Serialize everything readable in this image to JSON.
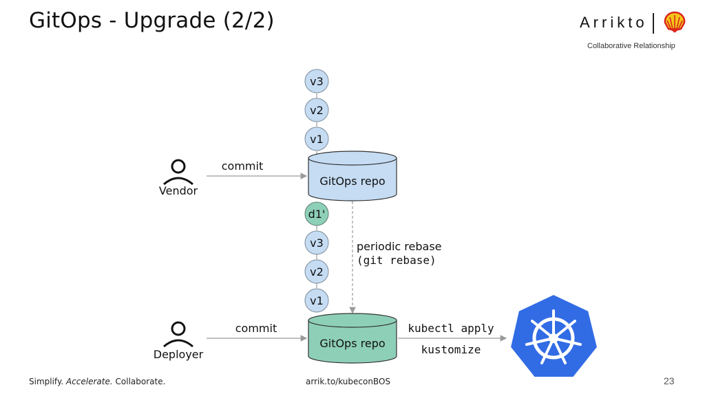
{
  "header": {
    "title": "GitOps - Upgrade (2/2)",
    "brand_name": "Arrikto",
    "partner_logo": "shell-logo",
    "tagline": "Collaborative Relationship"
  },
  "diagram": {
    "top_versions": [
      "v3",
      "v2",
      "v1"
    ],
    "bottom_versions": [
      "d1'",
      "v3",
      "v2",
      "v1"
    ],
    "vendor_label": "Vendor",
    "deployer_label": "Deployer",
    "commit_label_top": "commit",
    "commit_label_bottom": "commit",
    "repo_top_label": "GitOps repo",
    "repo_bottom_label": "GitOps repo",
    "rebase_label": "periodic rebase",
    "rebase_cmd": "(git rebase)",
    "apply_label": "kubectl apply",
    "kustomize_label": "kustomize",
    "kubernetes_icon": "kubernetes-helm-icon",
    "colors": {
      "version_node": "#c5dcf3",
      "deployer_node": "#8ecfb8",
      "repo_top": "#c5dcf3",
      "repo_bottom": "#8ecfb8",
      "kubernetes": "#326ce5"
    }
  },
  "footer": {
    "slogan_1": "Simplify.",
    "slogan_2": "Accelerate.",
    "slogan_3": "Collaborate.",
    "url": "arrik.to/kubeconBOS",
    "page": "23"
  }
}
